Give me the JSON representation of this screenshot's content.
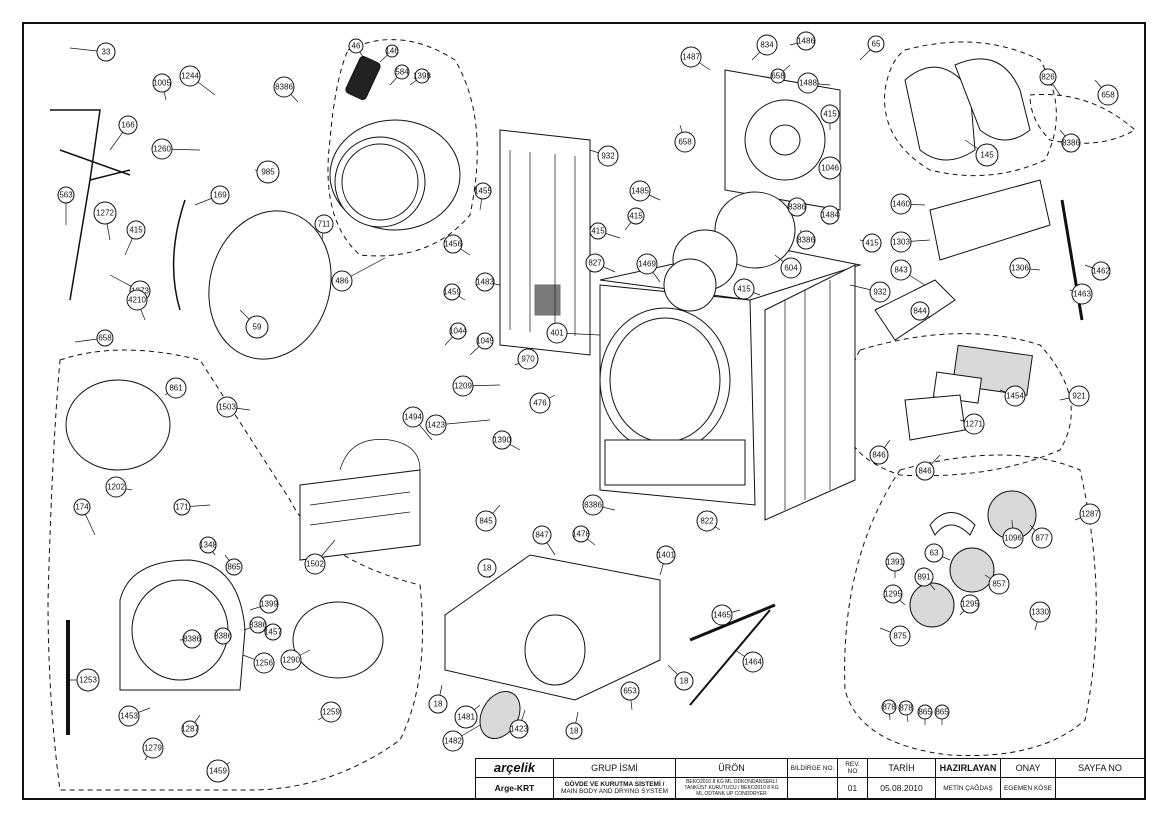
{
  "callouts": [
    {
      "label": "33"
    },
    {
      "label": "166"
    },
    {
      "label": "1005"
    },
    {
      "label": "1244"
    },
    {
      "label": "8386"
    },
    {
      "label": "1260"
    },
    {
      "label": "985"
    },
    {
      "label": "563"
    },
    {
      "label": "1272"
    },
    {
      "label": "415"
    },
    {
      "label": "1273"
    },
    {
      "label": "169"
    },
    {
      "label": "4210"
    },
    {
      "label": "59"
    },
    {
      "label": "711"
    },
    {
      "label": "486"
    },
    {
      "label": "46"
    },
    {
      "label": "146"
    },
    {
      "label": "584"
    },
    {
      "label": "1398"
    },
    {
      "label": "658"
    },
    {
      "label": "861"
    },
    {
      "label": "1503"
    },
    {
      "label": "1494"
    },
    {
      "label": "1202"
    },
    {
      "label": "171"
    },
    {
      "label": "174"
    },
    {
      "label": "1348"
    },
    {
      "label": "865"
    },
    {
      "label": "1502"
    },
    {
      "label": "1399"
    },
    {
      "label": "1457"
    },
    {
      "label": "8386"
    },
    {
      "label": "8386"
    },
    {
      "label": "1256"
    },
    {
      "label": "1290"
    },
    {
      "label": "8386"
    },
    {
      "label": "1253"
    },
    {
      "label": "1453"
    },
    {
      "label": "1287"
    },
    {
      "label": "1259"
    },
    {
      "label": "1279"
    },
    {
      "label": "1459"
    },
    {
      "label": "932"
    },
    {
      "label": "1455"
    },
    {
      "label": "1456"
    },
    {
      "label": "1483"
    },
    {
      "label": "1459"
    },
    {
      "label": "1044"
    },
    {
      "label": "1045"
    },
    {
      "label": "970"
    },
    {
      "label": "1209"
    },
    {
      "label": "476"
    },
    {
      "label": "1423"
    },
    {
      "label": "1390"
    },
    {
      "label": "845"
    },
    {
      "label": "8386"
    },
    {
      "label": "847"
    },
    {
      "label": "1478"
    },
    {
      "label": "18"
    },
    {
      "label": "18"
    },
    {
      "label": "1481"
    },
    {
      "label": "1423"
    },
    {
      "label": "18"
    },
    {
      "label": "1482"
    },
    {
      "label": "653"
    },
    {
      "label": "18"
    },
    {
      "label": "822"
    },
    {
      "label": "1401"
    },
    {
      "label": "1465"
    },
    {
      "label": "1464"
    },
    {
      "label": "401"
    },
    {
      "label": "1469"
    },
    {
      "label": "827"
    },
    {
      "label": "415"
    },
    {
      "label": "415"
    },
    {
      "label": "415"
    },
    {
      "label": "1485"
    },
    {
      "label": "1487"
    },
    {
      "label": "834"
    },
    {
      "label": "658"
    },
    {
      "label": "1486"
    },
    {
      "label": "1488"
    },
    {
      "label": "65"
    },
    {
      "label": "415"
    },
    {
      "label": "658"
    },
    {
      "label": "1046"
    },
    {
      "label": "8386"
    },
    {
      "label": "8386"
    },
    {
      "label": "604"
    },
    {
      "label": "1484"
    },
    {
      "label": "415"
    },
    {
      "label": "932"
    },
    {
      "label": "145"
    },
    {
      "label": "826"
    },
    {
      "label": "658"
    },
    {
      "label": "8386"
    },
    {
      "label": "1460"
    },
    {
      "label": "1303"
    },
    {
      "label": "1306"
    },
    {
      "label": "1462"
    },
    {
      "label": "1463"
    },
    {
      "label": "843"
    },
    {
      "label": "844"
    },
    {
      "label": "921"
    },
    {
      "label": "1454"
    },
    {
      "label": "1271"
    },
    {
      "label": "846"
    },
    {
      "label": "846"
    },
    {
      "label": "1096"
    },
    {
      "label": "877"
    },
    {
      "label": "1287"
    },
    {
      "label": "63"
    },
    {
      "label": "1391"
    },
    {
      "label": "891"
    },
    {
      "label": "857"
    },
    {
      "label": "1295"
    },
    {
      "label": "1295"
    },
    {
      "label": "1330"
    },
    {
      "label": "875"
    },
    {
      "label": "878"
    },
    {
      "label": "878"
    },
    {
      "label": "865"
    },
    {
      "label": "865"
    }
  ],
  "title_block": {
    "logo": "arçelik",
    "department": "Arge-KRT",
    "headers": {
      "group": "GRUP İSMİ",
      "product": "ÜRÖN",
      "notice": "BİLDİRGE NO.",
      "rev": "REV. NO",
      "date": "TARİH",
      "prepared": "HAZIRLAYAN",
      "approval": "ONAY",
      "page": "SAYFA NO"
    },
    "group_name_tr": "GÖVDE VE KURUTMA SİSTEMİ /",
    "group_name_en": "MAIN BODY AND DRYING SYSTEM",
    "product_desc": "BEKO2010 8 KG ML.ODKONDANSERLİ TANKÜST KURUTUCU / BEKO2010 8 KG ML.ODTANK UP CONDDRYER",
    "notice_no": "",
    "rev_no": "01",
    "date": "05.08.2010",
    "prepared_by": "METİN ÇAĞDAŞ",
    "approved_by": "EGEMEN KÖSE",
    "page_no": ""
  }
}
